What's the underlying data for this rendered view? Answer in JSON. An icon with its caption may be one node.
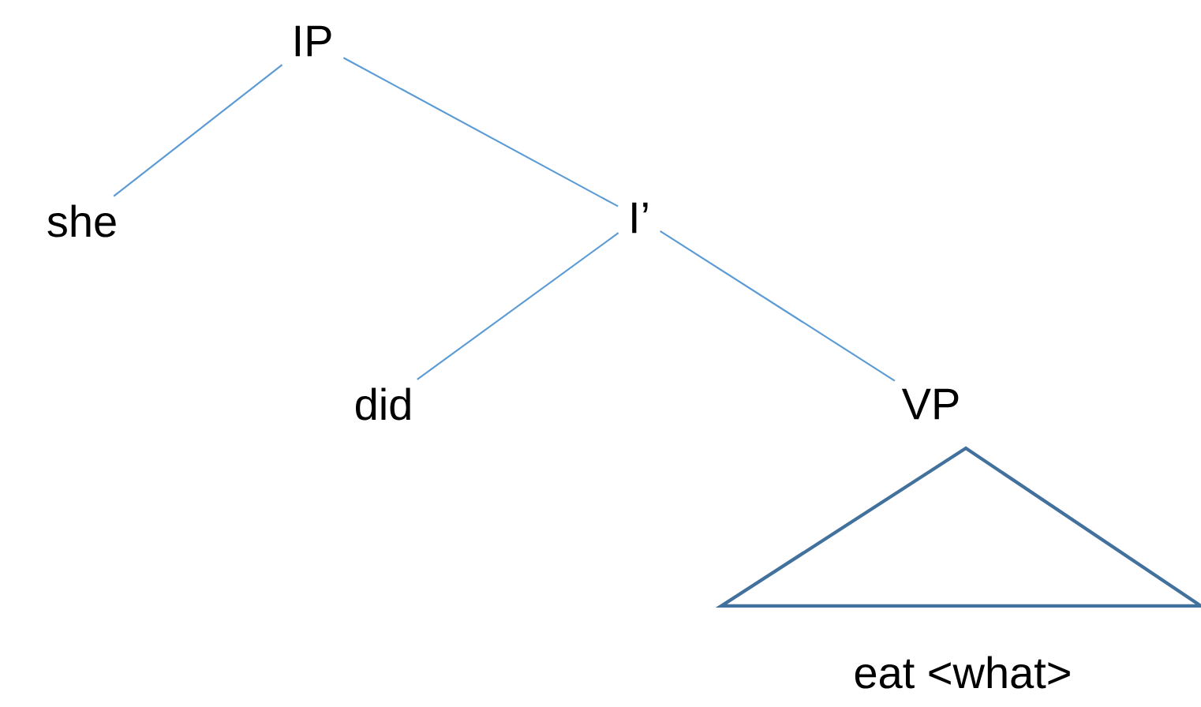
{
  "diagram": {
    "nodes": [
      {
        "text": [
          "IP"
        ]
      },
      {
        "text": [
          "she"
        ]
      },
      {
        "text": [
          "I’"
        ]
      },
      {
        "text": [
          "did"
        ]
      },
      {
        "text": [
          "VP"
        ]
      },
      {
        "text": [
          "eat <what>"
        ]
      }
    ],
    "edges": [
      {
        "from": 0,
        "to": 1,
        "arrow": "none"
      },
      {
        "from": 0,
        "to": 2,
        "arrow": "none"
      },
      {
        "from": 2,
        "to": 3,
        "arrow": "none"
      },
      {
        "from": 2,
        "to": 4,
        "arrow": "none"
      }
    ]
  }
}
